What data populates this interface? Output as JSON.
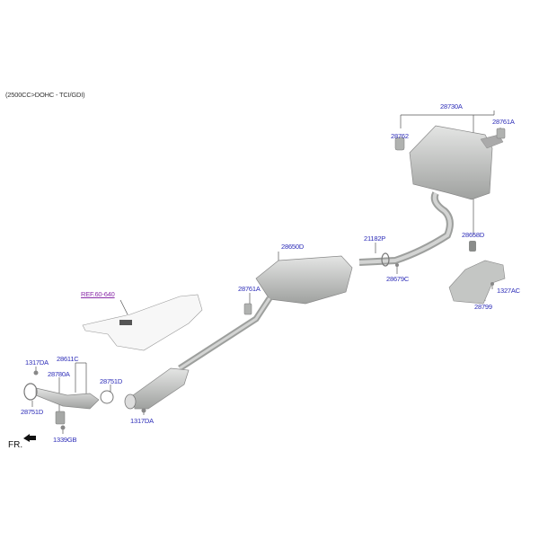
{
  "header": {
    "engine_spec": "(2500CC>DOHC - TCI/GDI)"
  },
  "orientation": {
    "front_label": "FR.",
    "arrow": "front-arrow-icon"
  },
  "colors": {
    "label": "#2c2cb8",
    "ref_link": "#8a2ca8",
    "part_fill": "#c9cbc9",
    "part_stroke": "#7a7c7a",
    "leader_line": "#555555"
  },
  "parts": {
    "p28730A": "28730A",
    "p28761A_rear": "28761A",
    "p28762": "28762",
    "p28658D": "28658D",
    "p21182P": "21182P",
    "p28679C": "28679C",
    "p1327AC": "1327AC",
    "p28799": "28799",
    "p28650D": "28650D",
    "p28761A_center": "28761A",
    "ref_60_640": "REF.60-640",
    "p1317DA_front": "1317DA",
    "p28611C": "28611C",
    "p28780A": "28780A",
    "p28751D_front": "28751D",
    "p28751D_mid": "28751D",
    "p1339GB": "1339GB",
    "p1317DA_mid": "1317DA"
  }
}
